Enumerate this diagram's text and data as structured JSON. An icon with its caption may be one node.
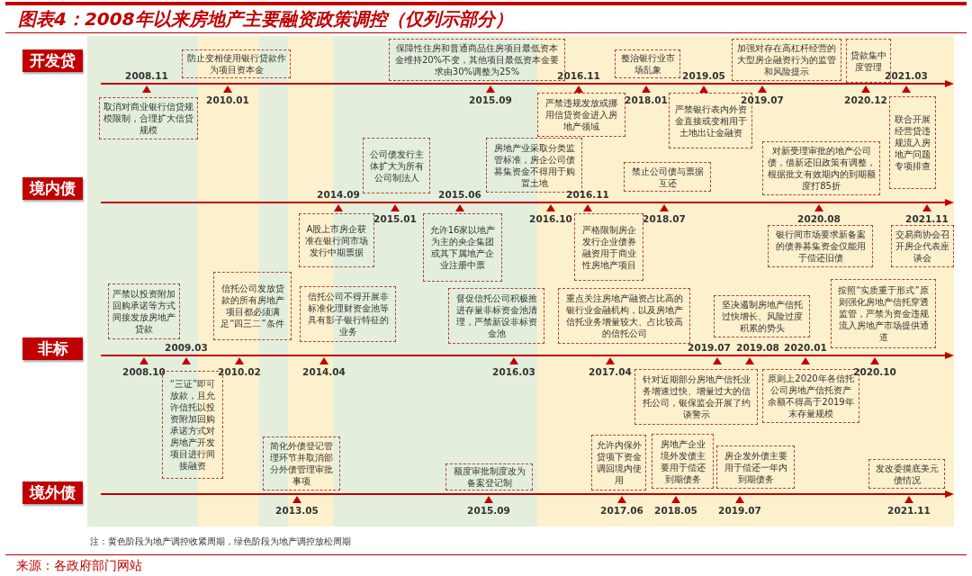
{
  "diagram": {
    "title": "图表4：2008年以来房地产主要融资政策调控（仅列示部分）",
    "caption": "来源：各政府部门网站",
    "nodes": [
      {
        "text": [
          "开发贷"
        ]
      },
      {
        "text": [
          "取消对商业银行信贷规模限制，合理扩大信贷规模"
        ]
      },
      {
        "text": [
          "防止变相使用银行贷款作为项目资本金"
        ]
      },
      {
        "text": [
          "保障性住房和普通商品住房项目最低资本金维持20%不变，其他项目最低资本金要求由30%调整为25%"
        ]
      },
      {
        "text": [
          "严禁违规发放或挪用信贷资金进入房地产领域"
        ]
      },
      {
        "text": [
          "整治银行业市场乱象"
        ]
      },
      {
        "text": [
          "严禁银行表内外资金直接或变相用于土地出让金融资"
        ]
      },
      {
        "text": [
          "加强对存在高杠杆经营的大型房企融资行为的监管和风险提示"
        ]
      },
      {
        "text": [
          "贷款集中度管理"
        ]
      },
      {
        "text": [
          "联合开展经营贷违规流入房地产问题专项排查"
        ]
      },
      {
        "text": [
          "境内债"
        ]
      },
      {
        "text": [
          "A股上市房企获准在银行间市场发行中期票据"
        ]
      },
      {
        "text": [
          "公司债发行主体扩大为所有公司制法人"
        ]
      },
      {
        "text": [
          "允许16家以地产为主的央企集团或其下属地产企业注册中票"
        ]
      },
      {
        "text": [
          "房地产业采取分类监管标准，房企公司债募集资金不得用于购置土地"
        ]
      },
      {
        "text": [
          "严格限制房企发行企业债券融资用于商业性房地产项目"
        ]
      },
      {
        "text": [
          "禁止公司债与票据互还"
        ]
      },
      {
        "text": [
          "对新受理审批的地产公司债，借新还旧政策有调整，根据批文有效期内的到期额度打85折"
        ]
      },
      {
        "text": [
          "银行间市场要求新备案的债券募集资金仅能用于偿还旧债"
        ]
      },
      {
        "text": [
          "交易商协会召开房企代表座谈会"
        ]
      },
      {
        "text": [
          "非标"
        ]
      },
      {
        "text": [
          "严禁以投资附加回购承诺等方式间接发放房地产贷款"
        ]
      },
      {
        "text": [
          "“三证”即可放款，且允许信托以投资附加回购承诺方式对房地产开发项目进行间接融资"
        ]
      },
      {
        "text": [
          "信托公司发放贷款的所有房地产项目都必须满足“四三二”条件"
        ]
      },
      {
        "text": [
          "信托公司不得开展非标准化理财资金池等具有影子银行特征的业务"
        ]
      },
      {
        "text": [
          "督促信托公司积极推进存量非标资金池清理，严禁新设非标资金池"
        ]
      },
      {
        "text": [
          "重点关注房地产融资占比高的银行业金融机构，以及房地产信托业务增量较大、占比较高的信托公司"
        ]
      },
      {
        "text": [
          "针对近期部分房地产信托业务增速过快、增量过大的信托公司，银保监会开展了约谈警示"
        ]
      },
      {
        "text": [
          "坚决遏制房地产信托过快增长、风险过度积累的势头"
        ]
      },
      {
        "text": [
          "原则上2020年各信托公司房地产信托资产余额不得高于2019年末存量规模"
        ]
      },
      {
        "text": [
          "按照“实质重于形式”原则强化房地产信托穿透监管，严禁为资金违规流入房地产市场提供通道"
        ]
      },
      {
        "text": [
          "境外债"
        ]
      },
      {
        "text": [
          "简化外债登记管理环节并取消部分外债管理审批事项"
        ]
      },
      {
        "text": [
          "额度审批制度改为备案登记制"
        ]
      },
      {
        "text": [
          "允许内保外贷项下资金调回境内使用"
        ]
      },
      {
        "text": [
          "房地产企业境外发债主要用于偿还到期债务"
        ]
      },
      {
        "text": [
          "房企发外债主要用于偿还一年内到期债务"
        ]
      },
      {
        "text": [
          "发改委摸底美元债情况"
        ]
      }
    ],
    "labels": [
      "2008.11",
      "2010.01",
      "2015.09",
      "2016.11",
      "2018.01",
      "2019.05",
      "2019.07",
      "2020.12",
      "2021.03",
      "2014.09",
      "2015.01",
      "2015.06",
      "2016.10",
      "2016.11",
      "2018.07",
      "2020.08",
      "2021.11",
      "2008.10",
      "2009.03",
      "2010.02",
      "2014.04",
      "2016.03",
      "2017.04",
      "2019.07",
      "2019.08",
      "2020.01",
      "2020.10",
      "2013.05",
      "2015.09",
      "2017.06",
      "2018.05",
      "2019.07",
      "2021.11",
      "注：黄色阶段为地产调控收紧周期，绿色阶段为地产调控放松周期"
    ]
  }
}
